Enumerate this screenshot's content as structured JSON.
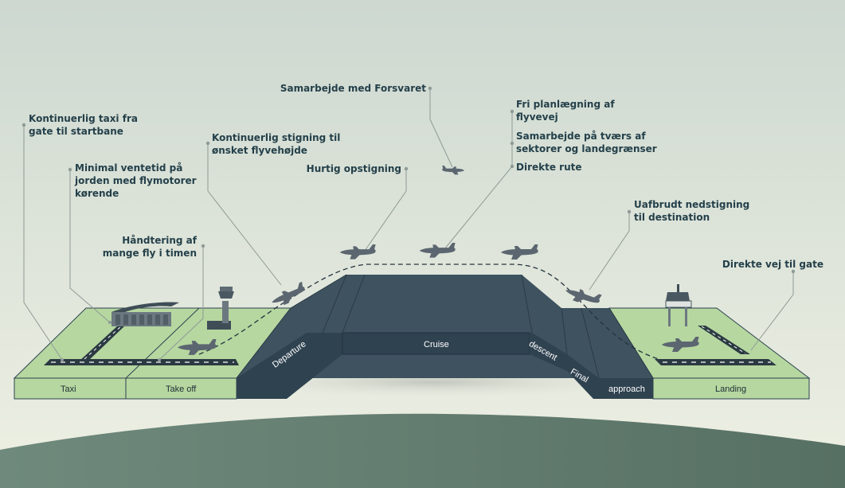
{
  "colors": {
    "sky_top": "#cdd8d0",
    "sky_bottom": "#eef0e3",
    "ground_hill": "#6a8678",
    "grass": "#b6d7a0",
    "slab_dark": "#3e5260",
    "slab_front": "#2f4250",
    "text": "#24404a",
    "leader": "#8e9a96",
    "plane": "#5b6670"
  },
  "phases": {
    "taxi": "Taxi",
    "take_off": "Take off",
    "departure": "Departure",
    "cruise": "Cruise",
    "descent": "descent",
    "final": "Final",
    "approach": "approach",
    "landing": "Landing"
  },
  "annotations": {
    "taxi": [
      "Kontinuerlig taxi fra",
      "gate til startbane"
    ],
    "waiting": [
      "Minimal ventetid på",
      "jorden med flymotorer",
      "kørende"
    ],
    "capacity": [
      "Håndtering af",
      "mange fly i timen"
    ],
    "climb": [
      "Kontinuerlig stigning til",
      "ønsket flyvehøjde"
    ],
    "quick_climb": [
      "Hurtig opstigning"
    ],
    "defence": [
      "Samarbejde med Forsvaret"
    ],
    "free_planning": [
      "Fri planlægning af",
      "flyvevej"
    ],
    "cross_border": [
      "Samarbejde på tværs af",
      "sektorer og landegrænser"
    ],
    "direct_route": [
      "Direkte rute"
    ],
    "descent": [
      "Uafbrudt nedstigning",
      "til destination"
    ],
    "gate": [
      "Direkte vej til gate"
    ]
  }
}
